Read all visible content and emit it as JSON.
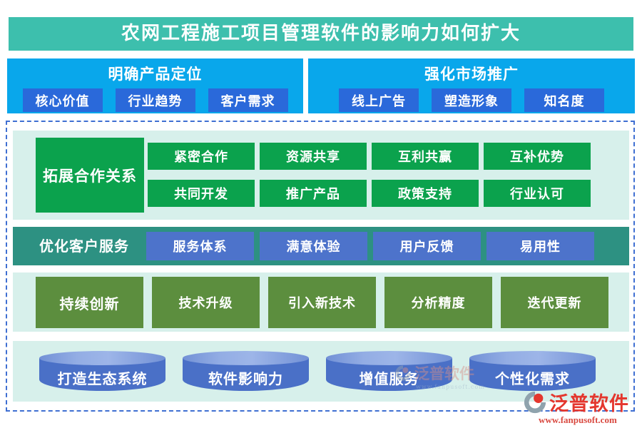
{
  "title": "农网工程施工项目管理软件的影响力如何扩大",
  "top_panels": [
    {
      "header": "明确产品定位",
      "buttons": [
        "核心价值",
        "行业趋势",
        "客户需求"
      ]
    },
    {
      "header": "强化市场推广",
      "buttons": [
        "线上广告",
        "塑造形象",
        "知名度"
      ]
    }
  ],
  "sections": {
    "cooperation": {
      "label": "拓展合作关系",
      "rows": [
        [
          "紧密合作",
          "资源共享",
          "互利共赢",
          "互补优势"
        ],
        [
          "共同开发",
          "推广产品",
          "政策支持",
          "行业认可"
        ]
      ]
    },
    "service": {
      "label": "优化客户服务",
      "buttons": [
        "服务体系",
        "满意体验",
        "用户反馈",
        "易用性"
      ]
    },
    "innovation": {
      "label": "持续创新",
      "buttons": [
        "技术升级",
        "引入新技术",
        "分析精度",
        "迭代更新"
      ]
    },
    "ecosystem": {
      "cylinders": [
        "打造生态系统",
        "软件影响力",
        "增值服务",
        "个性化需求"
      ]
    }
  },
  "watermark": {
    "text": "泛普软件",
    "subtext": "www.fanpusoft.com"
  },
  "footer_logo": {
    "name": "泛普软件",
    "url": "www.fanpusoft.com"
  },
  "colors": {
    "title_bg": "#3dbfad",
    "top_panel_bg": "#09a7eb",
    "top_button_bg": "#2a69da",
    "green_block": "#0ba24d",
    "service_row_bg": "#2d9182",
    "service_button_bg": "#4d73cb",
    "innovation_button_bg": "#5c8e3e",
    "cylinder_body": "#4a70c7",
    "cylinder_top": "#93ade4",
    "light_panel_bg": "#d7f0eb",
    "dashed_border": "#3f6fd2",
    "brand_red": "#e4372e"
  }
}
